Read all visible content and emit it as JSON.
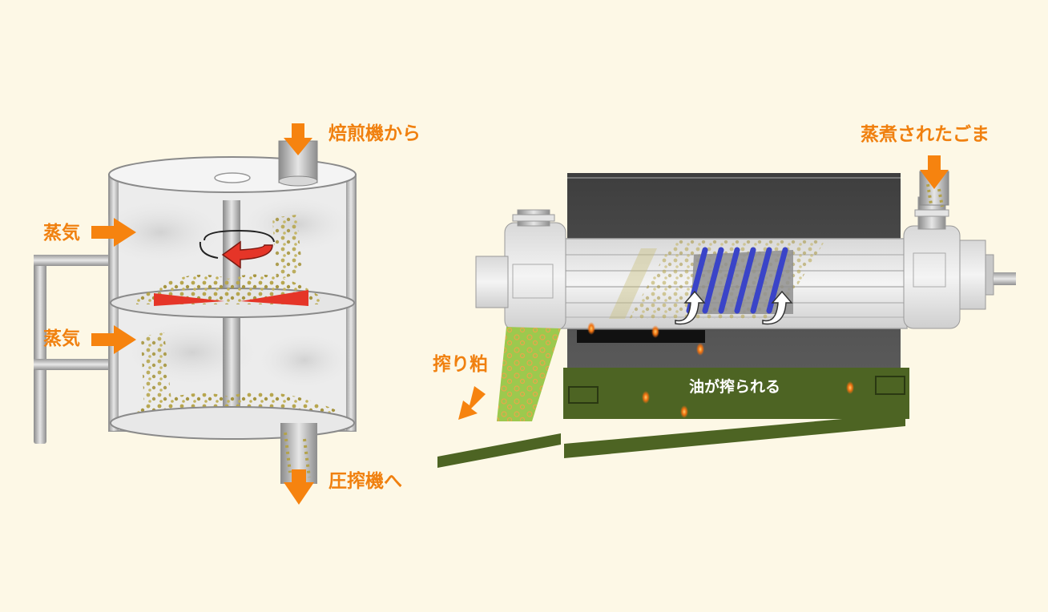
{
  "labels": {
    "from_roaster": "焙煎機から",
    "steam_top": "蒸気",
    "steam_bottom": "蒸気",
    "to_press": "圧搾機へ",
    "steamed_sesame": "蒸煮されたごま",
    "press_cake": "搾り粕",
    "oil_pressed": "油が搾られる"
  },
  "colors": {
    "background": "#fdf8e6",
    "arrow_orange": "#f6830f",
    "label_orange": "#f0800f",
    "trough_green": "#4d6423",
    "cake_green": "#9cc94e",
    "housing_dark": "#4a4a4a",
    "seed": "#b3a24a",
    "rotation_red": "#e53528",
    "screw_blue": "#3a44c8"
  },
  "icons": {
    "inflow_arrow": "arrow-down-icon",
    "steam_arrow": "arrow-right-icon",
    "rotation": "rotation-arrow-icon"
  }
}
